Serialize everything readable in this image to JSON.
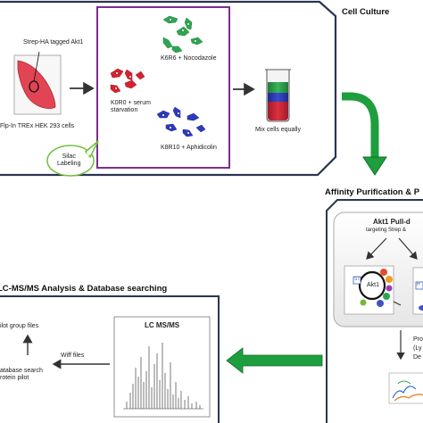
{
  "cell_culture": {
    "section_title": "Cell Culture",
    "tagged_label": "Strep-HA tagged Akt1",
    "cell_line_label": "Flp-In TREx HEK 293 cells",
    "silac_bubble": "Silac\nLabeling",
    "k6r6_label": "K6R6 + Nocodazole",
    "k0r0_label": "K0R0 + serum\nstarvation",
    "k8r10_label": "K8R10 + Aphidicolin",
    "mix_label": "Mix cells equally"
  },
  "affinity": {
    "section_title": "Affinity Purification & P",
    "pulldown_title": "Akt1 Pull-d",
    "targeting_label": "targeting  Strep &",
    "bead_label": "Akt1",
    "st_tag": "ST",
    "ha_tag": "H",
    "side_text": "Pro\n(Ly\nDe"
  },
  "lcms": {
    "section_title": "LC-MS/MS Analysis & Database searching",
    "pilot_files_label": "ilot group files",
    "wiff_label": "Wiff files",
    "db_search_label": "atabase search\nrotein pilot",
    "spectrum_title": "LC MS/MS"
  },
  "colors": {
    "purple_box": "#7b2d8e",
    "green_arrow": "#1e9e3e",
    "red_cell": "#d62230",
    "green_cell": "#2fa552",
    "blue_cell": "#2d3ac0",
    "bubble_border": "#6fbf3c"
  }
}
